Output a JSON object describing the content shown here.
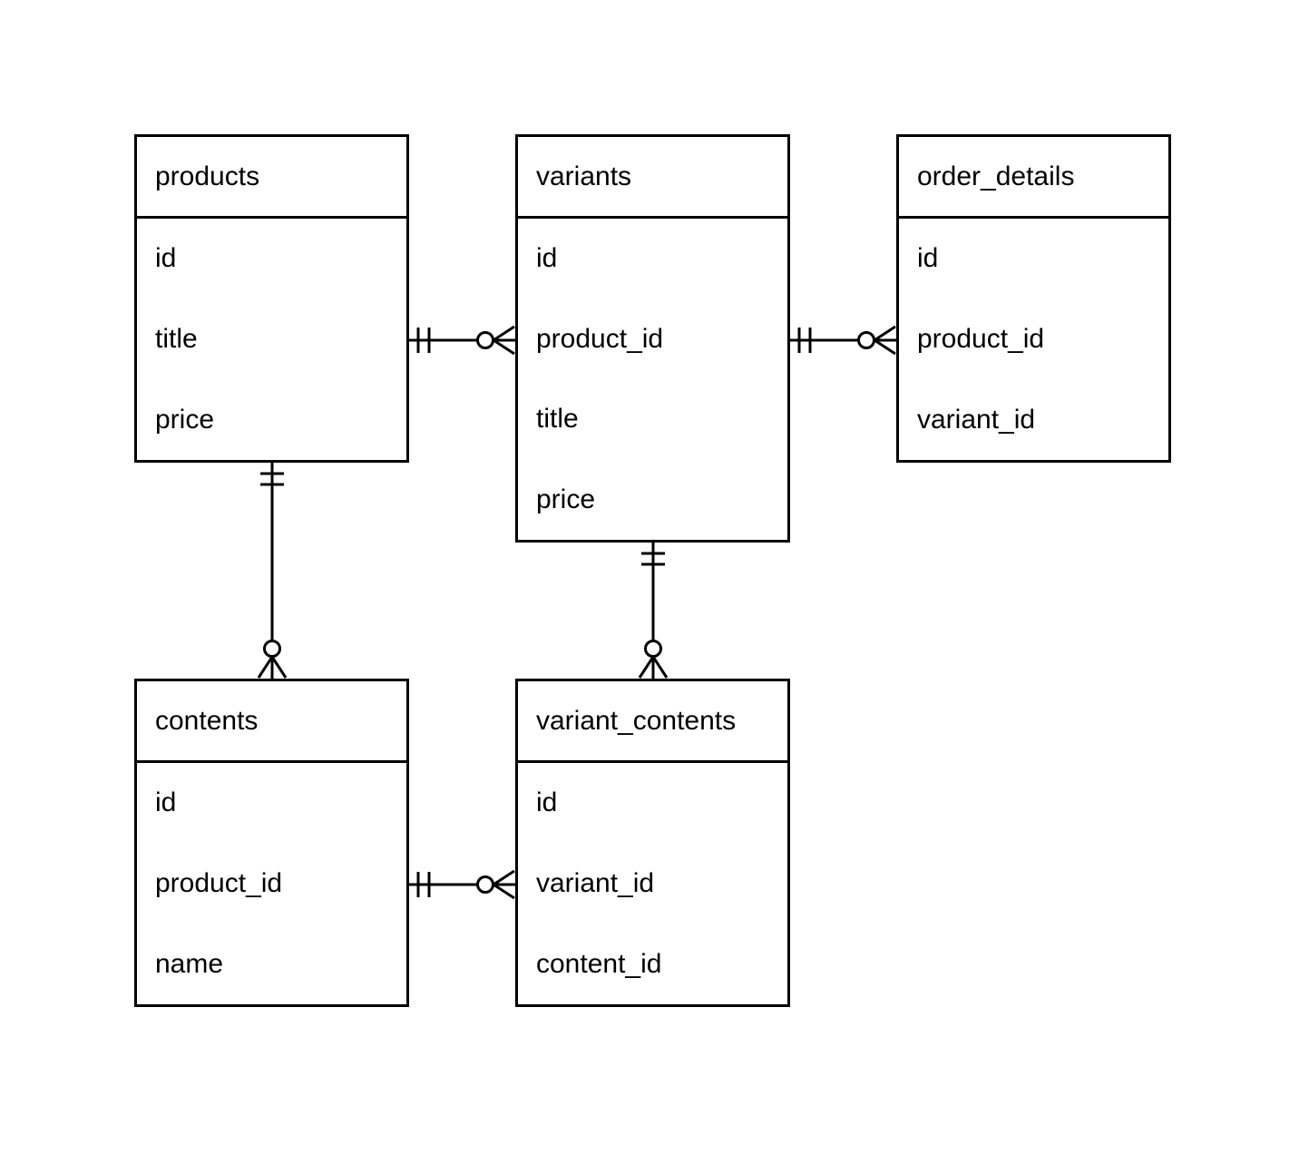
{
  "diagram": {
    "type": "entity-relationship",
    "notation": "crow-foot",
    "background_color": "#ffffff",
    "line_color": "#000000",
    "text_color": "#000000",
    "tables": [
      {
        "name": "products",
        "fields": [
          "id",
          "title",
          "price"
        ]
      },
      {
        "name": "variants",
        "fields": [
          "id",
          "product_id",
          "title",
          "price"
        ]
      },
      {
        "name": "order_details",
        "fields": [
          "id",
          "product_id",
          "variant_id"
        ]
      },
      {
        "name": "contents",
        "fields": [
          "id",
          "product_id",
          "name"
        ]
      },
      {
        "name": "variant_contents",
        "fields": [
          "id",
          "variant_id",
          "content_id"
        ]
      }
    ],
    "relationships": [
      {
        "from": "products",
        "to": "variants",
        "to_field": "product_id",
        "from_cardinality": "one",
        "to_cardinality": "zero-or-many",
        "orientation": "horizontal"
      },
      {
        "from": "variants",
        "to": "order_details",
        "to_field": "product_id",
        "from_cardinality": "one",
        "to_cardinality": "zero-or-many",
        "orientation": "horizontal"
      },
      {
        "from": "products",
        "to": "contents",
        "to_field": "product_id",
        "from_cardinality": "one",
        "to_cardinality": "zero-or-many",
        "orientation": "vertical"
      },
      {
        "from": "variants",
        "to": "variant_contents",
        "to_field": "variant_id",
        "from_cardinality": "one",
        "to_cardinality": "zero-or-many",
        "orientation": "vertical"
      },
      {
        "from": "contents",
        "to": "variant_contents",
        "to_field": "variant_id",
        "from_cardinality": "one",
        "to_cardinality": "zero-or-many",
        "orientation": "horizontal"
      }
    ]
  }
}
